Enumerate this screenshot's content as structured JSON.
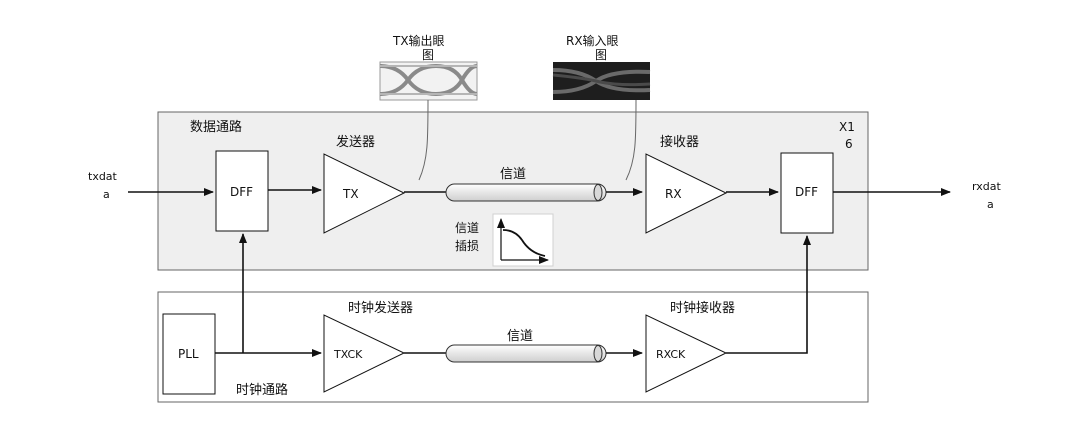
{
  "labels": {
    "data_path": "数据通路",
    "clock_path": "时钟通路",
    "tx_eye": [
      "TX输出眼",
      "图"
    ],
    "rx_eye": [
      "RX输入眼",
      "图"
    ],
    "transmitter": "发送器",
    "receiver": "接收器",
    "channel": "信道",
    "channel_loss": [
      "信道",
      "插损"
    ],
    "clock_transmitter": "时钟发送器",
    "clock_receiver": "时钟接收器",
    "clock_channel": "信道",
    "x16": [
      "X1",
      "6"
    ],
    "txdata": [
      "txdat",
      "a"
    ],
    "rxdata": [
      "rxdat",
      "a"
    ]
  },
  "blocks": {
    "dff_in": "DFF",
    "tx": "TX",
    "rx": "RX",
    "dff_out": "DFF",
    "pll": "PLL",
    "txck": "TXCK",
    "rxck": "RXCK"
  },
  "colors": {
    "data_path_fill": "#efefef",
    "line": "#111111",
    "eye_tx_bg": "#f2f2f2",
    "eye_rx_bg": "#1e1e1e"
  }
}
